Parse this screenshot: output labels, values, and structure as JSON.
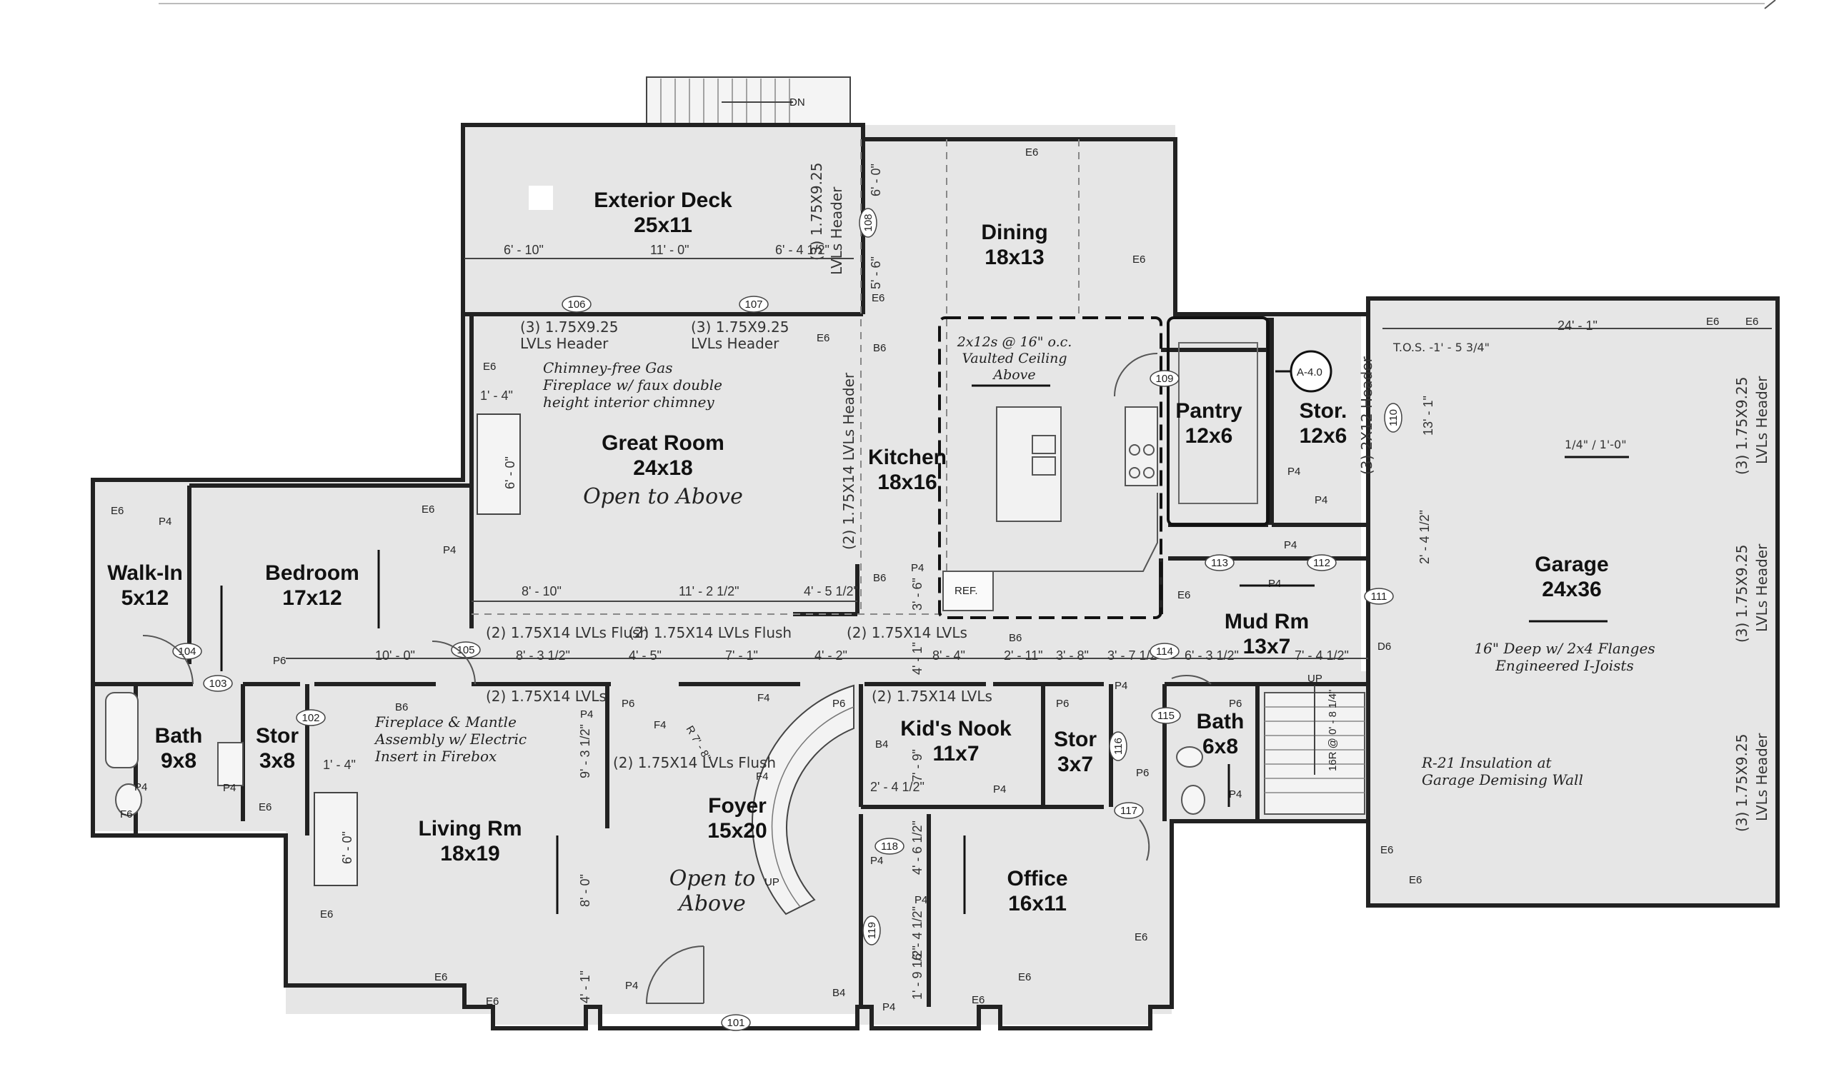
{
  "rooms": {
    "exterior_deck": {
      "name": "Exterior Deck",
      "size": "25x11"
    },
    "dining": {
      "name": "Dining",
      "size": "18x13"
    },
    "great_room": {
      "name": "Great Room",
      "size": "24x18",
      "note": "Open to Above"
    },
    "kitchen": {
      "name": "Kitchen",
      "size": "18x16"
    },
    "pantry": {
      "name": "Pantry",
      "size": "12x6"
    },
    "stor_12x6": {
      "name": "Stor.",
      "size": "12x6"
    },
    "garage": {
      "name": "Garage",
      "size": "24x36"
    },
    "walk_in": {
      "name": "Walk-In",
      "size": "5x12"
    },
    "bedroom": {
      "name": "Bedroom",
      "size": "17x12"
    },
    "mud_rm": {
      "name": "Mud Rm",
      "size": "13x7"
    },
    "bath_9x8": {
      "name": "Bath",
      "size": "9x8"
    },
    "stor_3x8": {
      "name": "Stor",
      "size": "3x8"
    },
    "kids_nook": {
      "name": "Kid's Nook",
      "size": "11x7"
    },
    "stor_3x7": {
      "name": "Stor",
      "size": "3x7"
    },
    "bath_6x8": {
      "name": "Bath",
      "size": "6x8"
    },
    "living_rm": {
      "name": "Living Rm",
      "size": "18x19"
    },
    "foyer": {
      "name": "Foyer",
      "size": "15x20",
      "note_line1": "Open to",
      "note_line2": "Above"
    },
    "office": {
      "name": "Office",
      "size": "16x11"
    }
  },
  "notes": {
    "chimney": [
      "Chimney-free Gas",
      "Fireplace w/ faux double",
      "height interior chimney"
    ],
    "vaulted": [
      "2x12s @ 16\" o.c.",
      "Vaulted Ceiling",
      "Above"
    ],
    "fireplace_living": [
      "Fireplace & Mantle",
      "Assembly w/ Electric",
      "Insert in Firebox"
    ],
    "garage_joists": [
      "16\" Deep w/ 2x4 Flanges",
      "Engineered I-Joists"
    ],
    "insulation": [
      "R-21 Insulation at",
      "Garage Demising Wall"
    ],
    "tos": "T.O.S. -1' - 5 3/4\"",
    "slope": "1/4\" / 1'-0\"",
    "stair_rise": "16R @ 0' - 8 1/4\"",
    "stair_curve": "R 7' - 8\"",
    "section_tag": "A-4.0",
    "ref": "REF.",
    "up": "UP",
    "dn": "DN"
  },
  "headers": {
    "deck_vert": [
      "(3) 1.75X9.25",
      "LVLs Header"
    ],
    "great_left": [
      "(3) 1.75X9.25",
      "LVLs Header"
    ],
    "great_right": [
      "(3) 1.75X9.25",
      "LVLs Header"
    ],
    "kitchen_vert": "(2) 1.75X14 LVLs Header",
    "stor_vert": "(3) 2X12 Header",
    "garage_1": [
      "(3) 1.75X9.25",
      "LVLs Header"
    ],
    "garage_2": [
      "(3) 1.75X9.25",
      "LVLs Header"
    ],
    "garage_3": [
      "(3) 1.75X9.25",
      "LVLs Header"
    ],
    "beam_1": "(2) 1.75X14 LVLs Flush",
    "beam_2": "(2) 1.75X14 LVLs Flush",
    "beam_3": "(2) 1.75X14 LVLs",
    "beam_4": "(2) 1.75X14 LVLs",
    "beam_5": "(2) 1.75X14 LVLs",
    "beam_6": "(2) 1.75X14 LVLs Flush"
  },
  "dimensions": {
    "deck": [
      "6' - 10\"",
      "11' - 0\"",
      "6' - 4 1/2\""
    ],
    "great": [
      "8' - 10\"",
      "11' - 2 1/2\"",
      "4' - 5 1/2\""
    ],
    "hall": [
      "10' - 0\"",
      "8' - 3 1/2\"",
      "4' - 5\"",
      "7' - 1\"",
      "4' - 2\"",
      "8' - 4\"",
      "2' - 11\"",
      "3' - 8\"",
      "3' - 7 1/2\"",
      "6' - 3 1/2\"",
      "7' - 4 1/2\""
    ],
    "misc": [
      "1' - 4\"",
      "6' - 0\"",
      "1' - 4\"",
      "6' - 0\"",
      "6' - 0\"",
      "5' - 6\"",
      "3' - 6\"",
      "4' - 1\"",
      "7' - 9\"",
      "2' - 4 1/2\"",
      "4' - 6 1/2\"",
      "6' - 4 1/2\"",
      "1' - 9 1/2\"",
      "9' - 3 1/2\"",
      "8' - 0\"",
      "4' - 1\"",
      "24' - 1\"",
      "13' - 1\"",
      "2' - 4 1/2\""
    ]
  },
  "doors": [
    "101",
    "102",
    "103",
    "104",
    "105",
    "106",
    "107",
    "108",
    "109",
    "110",
    "111",
    "112",
    "113",
    "114",
    "115",
    "116",
    "117",
    "118",
    "119"
  ],
  "fixtures": {
    "e6": "E6",
    "p4": "P4",
    "p6": "P6",
    "b6": "B6",
    "f4": "F4",
    "f6": "F6",
    "b4": "B4",
    "d6": "D6"
  }
}
